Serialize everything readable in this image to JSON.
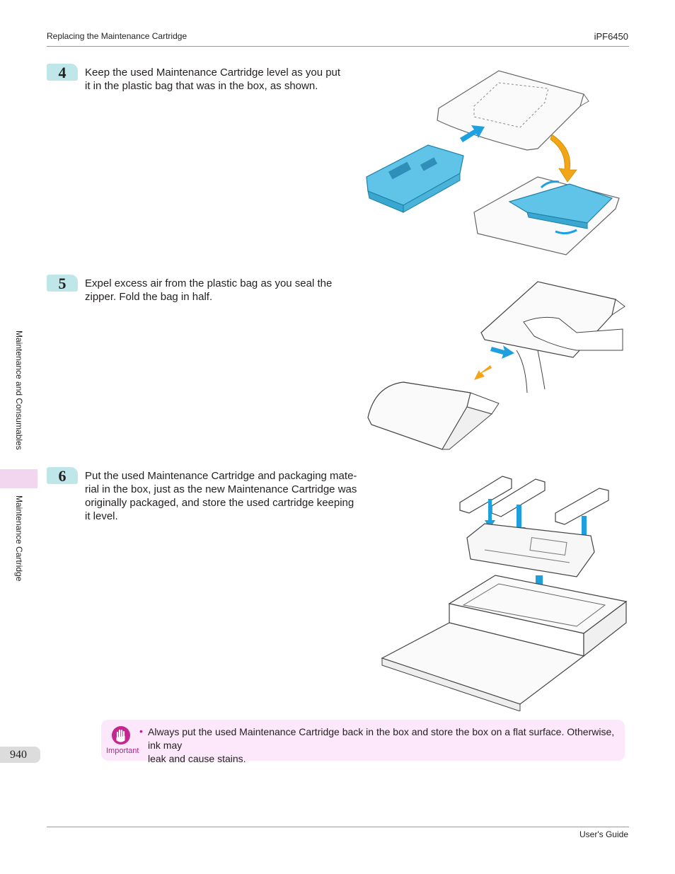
{
  "header": {
    "section": "Replacing the Maintenance Cartridge",
    "model": "iPF6450"
  },
  "sidebar": {
    "chapter": "Maintenance and Consumables",
    "section": "Maintenance Cartridge"
  },
  "page_number": "940",
  "steps": [
    {
      "number": "4",
      "lines": [
        "Keep the used Maintenance Cartridge level as you put",
        "it in the plastic bag that was in the box, as shown."
      ]
    },
    {
      "number": "5",
      "lines": [
        "Expel excess air from the plastic bag as you seal the",
        "zipper. Fold the bag in half."
      ]
    },
    {
      "number": "6",
      "lines": [
        "Put the used Maintenance Cartridge and packaging mate-",
        "rial in the box, just as the new Maintenance Cartridge was",
        "originally packaged, and store the used cartridge keeping",
        "it level."
      ]
    }
  ],
  "important": {
    "label": "Important",
    "bullet": "•",
    "lines": [
      "Always put the used Maintenance Cartridge back in the box and store the box on a flat surface. Otherwise, ink may",
      "leak and cause stains."
    ]
  },
  "footer": {
    "guide": "User's Guide"
  },
  "colors": {
    "cartridge": "#5fc4e8",
    "arrow_blue": "#1ea0e0",
    "arrow_orange": "#f2a516",
    "important_bg": "#fde7fb",
    "badge_bg": "#bfe6e8"
  }
}
